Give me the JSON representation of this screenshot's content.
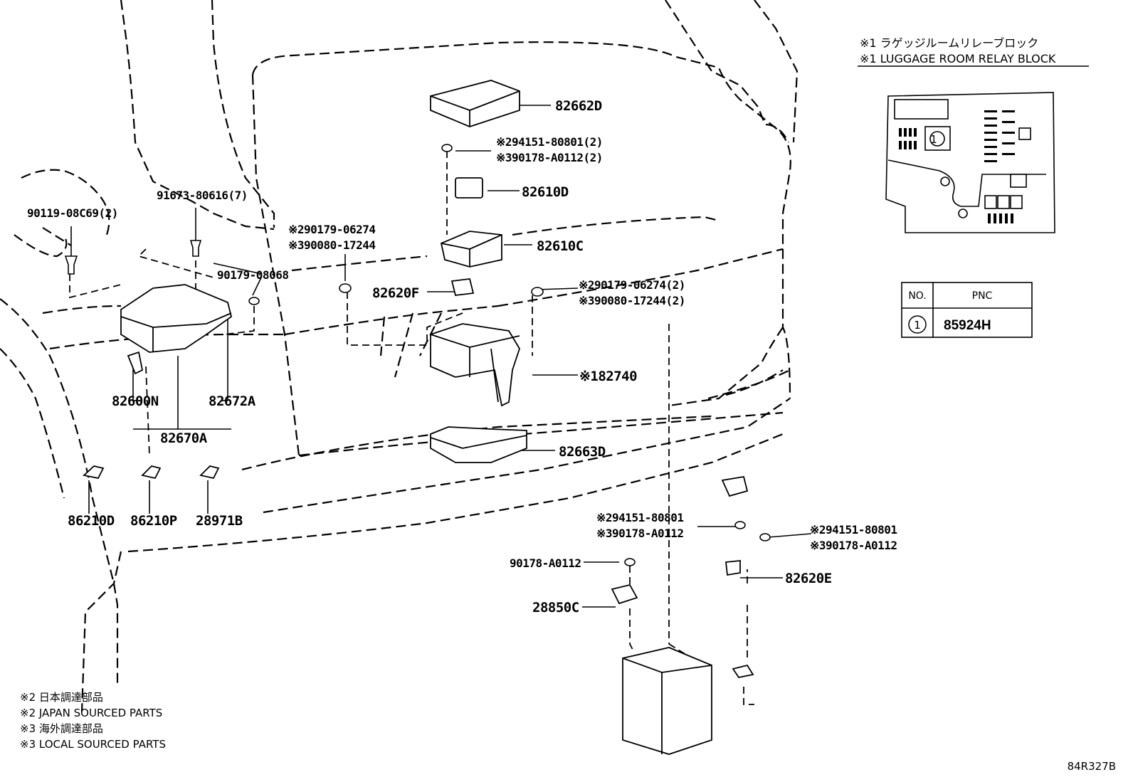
{
  "legend": {
    "relay_block_jp": "※1 ラゲッジルームリレーブロック",
    "relay_block_en": "※1 LUGGAGE ROOM RELAY BLOCK",
    "circle_no": "1"
  },
  "pnc_table": {
    "headers": [
      "NO.",
      "PNC"
    ],
    "rows": [
      {
        "no": "1",
        "pnc": "85924H"
      }
    ]
  },
  "parts": {
    "p82662D": "82662D",
    "p94151_2": "※294151-80801(2)",
    "p90178_2": "※390178-A0112(2)",
    "p82610D": "82610D",
    "p91673": "91673-80616(7)",
    "p90119": "90119-08C69(2)",
    "p90179_06274": "※290179-06274",
    "p90080_17244": "※390080-17244",
    "p82610C": "82610C",
    "p90179_08068": "90179-08068",
    "p82620F": "82620F",
    "p90179_06274_2": "※290179-06274(2)",
    "p90080_17244_2": "※390080-17244(2)",
    "p82740": "※182740",
    "p82600N": "82600N",
    "p82672A": "82672A",
    "p82670A": "82670A",
    "p82663D": "82663D",
    "p86210D": "86210D",
    "p86210P": "86210P",
    "p28971B": "28971B",
    "p94151_a": "※294151-80801",
    "p90178_a": "※390178-A0112",
    "p94151_b": "※294151-80801",
    "p90178_b": "※390178-A0112",
    "p90178_c": "90178-A0112",
    "p82620E": "82620E",
    "p28850C": "28850C"
  },
  "notes": {
    "n1": "※2 日本調達部品",
    "n2": "※2 JAPAN SOURCED PARTS",
    "n3": "※3 海外調達部品",
    "n4": "※3 LOCAL SOURCED PARTS"
  },
  "diagram_code": "84R327B"
}
